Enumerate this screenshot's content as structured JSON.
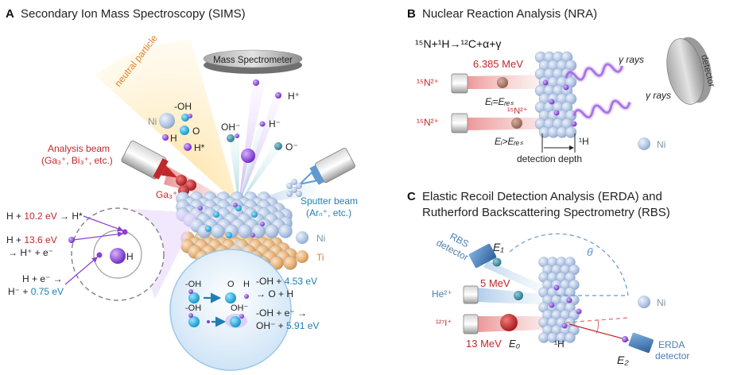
{
  "panelA": {
    "letter": "A",
    "title": "Secondary Ion Mass Spectroscopy (SIMS)",
    "mass_spec": "Mass Spectrometer",
    "neutral_particle": "neutral particle",
    "analysis_beam_1": "Analysis beam",
    "analysis_beam_2": "(Ga₃⁺, Bi₃⁺, etc.)",
    "ga3": "Ga₃⁺",
    "sputter_beam_1": "Sputter beam",
    "sputter_beam_2": "(Arₙ⁺, etc.)",
    "neutral_species": {
      "oh": "-OH",
      "ni": "Ni",
      "o": "O",
      "h": "H",
      "hstar": "H*"
    },
    "ions": {
      "oh_minus": "OH⁻",
      "h_minus": "H⁻",
      "h_plus": "H⁺",
      "o_minus": "O⁻"
    },
    "legend": {
      "ni": "Ni",
      "ti": "Ti"
    },
    "atom_h": "H",
    "eq1": {
      "left": "H + ",
      "val": "10.2 eV",
      "right": " → H*"
    },
    "eq2": {
      "left": "H + ",
      "val": "13.6 eV",
      "right": "",
      "line2": "→ H⁺ + e⁻"
    },
    "eq3": {
      "line1": "H + e⁻ →",
      "left": "H⁻ + ",
      "val": "0.75 eV"
    },
    "zoom": {
      "oh1": "-OH",
      "o": "O",
      "h": "H",
      "oh2": "-OH",
      "ohm": "OH⁻"
    },
    "eq4": {
      "left": "-OH + ",
      "val": "4.53 eV",
      "line2": "→ O + H"
    },
    "eq5": {
      "line1": "-OH + e⁻ →",
      "left": "OH⁻ + ",
      "val": "5.91 eV"
    }
  },
  "panelB": {
    "letter": "B",
    "title": "Nuclear Reaction Analysis (NRA)",
    "reaction": "¹⁵N+¹H→¹²C+α+γ",
    "energy": "6.385 MeV",
    "n2_1": "¹⁵N²⁺",
    "n2_2": "¹⁵N²⁺",
    "n2_mid": "¹⁵N²⁺",
    "ei_eq": "Eᵢ=Eᵣₑₛ",
    "ei_gt": "Eᵢ>Eᵣₑₛ",
    "h1": "¹H",
    "gamma1": "γ rays",
    "gamma2": "γ rays",
    "detector": "detector",
    "depth": "detection depth",
    "ni": "Ni"
  },
  "panelC": {
    "letter": "C",
    "title1": "Elastic Recoil Detection Analysis (ERDA) and",
    "title2": "Rutherford Backscattering Spectrometry (RBS)",
    "rbs_det_1": "RBS",
    "rbs_det_2": "detector",
    "e1": "E₁",
    "theta": "θ",
    "mev5": "5 MeV",
    "he2": "He²⁺",
    "i127": "¹²⁷I⁺",
    "mev13": "13 MeV",
    "e0": "E₀",
    "h1": "¹H",
    "e2": "E₂",
    "erda_det_1": "ERDA",
    "erda_det_2": "detector",
    "ni": "Ni"
  },
  "colors": {
    "red": "#c0282b",
    "blue": "#1f7fb4",
    "ni": "#b7c9e6",
    "ti": "#e9b477",
    "purple": "#8a3fd6"
  }
}
